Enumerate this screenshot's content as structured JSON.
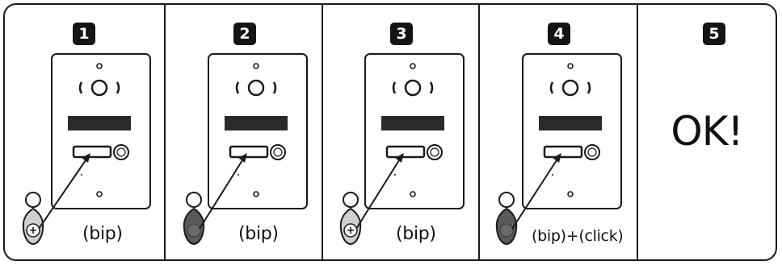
{
  "steps": [
    {
      "number": "1",
      "caption": "(bip)",
      "tag": "plus"
    },
    {
      "number": "2",
      "caption": "(bip)",
      "tag": "dark"
    },
    {
      "number": "3",
      "caption": "(bip)",
      "tag": "plus"
    },
    {
      "number": "4",
      "caption": "(bip)+(click)",
      "tag": "dark"
    },
    {
      "number": "5",
      "result": "OK!"
    }
  ],
  "colors": {
    "ink": "#111111",
    "plate": "#ffffff",
    "tag_dark": "#5a5a5a",
    "tag_light": "#cfcfcf"
  },
  "icons": [
    "intercom-panel-icon",
    "key-tag-icon",
    "arrow-icon"
  ]
}
